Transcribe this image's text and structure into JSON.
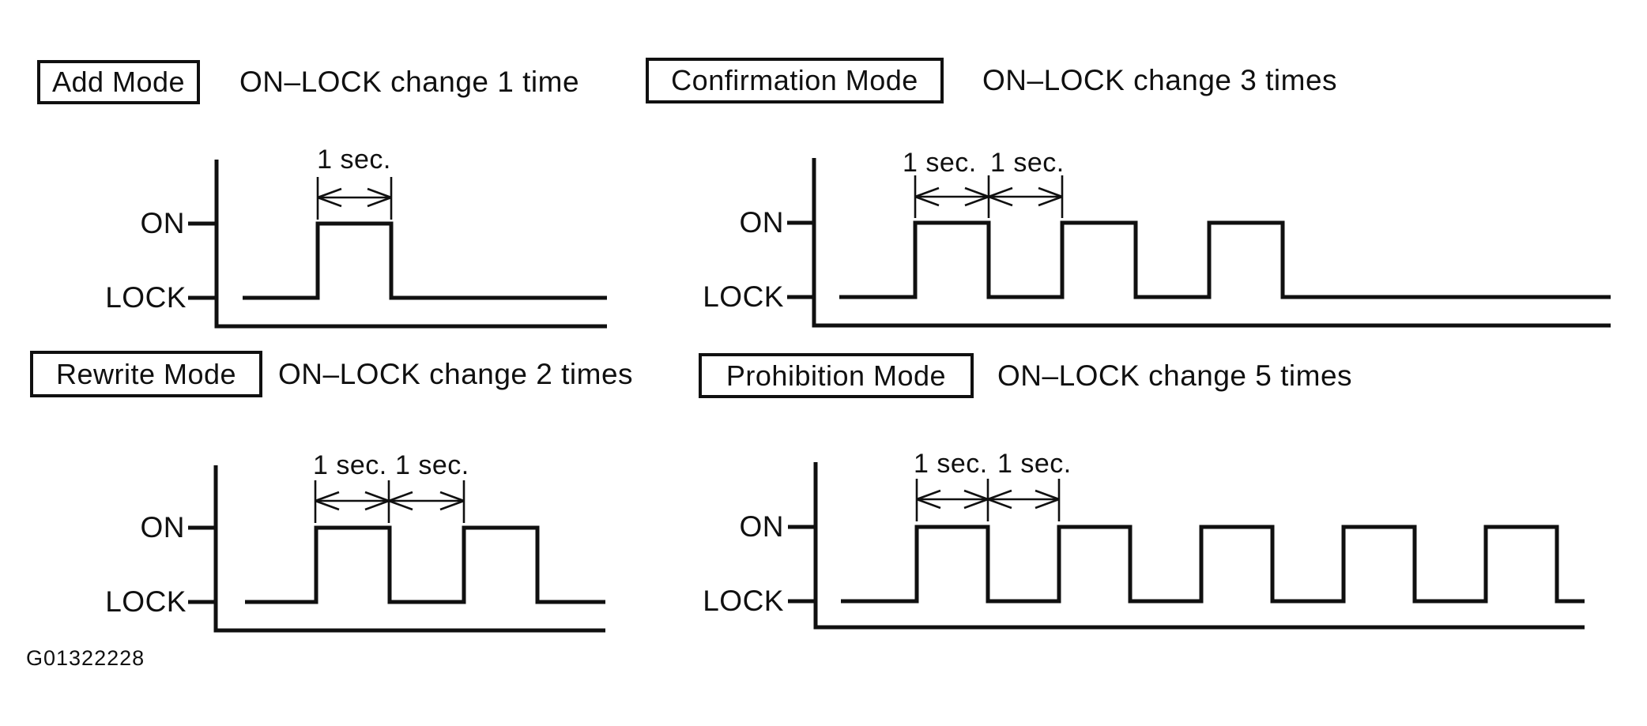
{
  "page": {
    "background_color": "#ffffff",
    "ink_color": "#101010",
    "figure_code": "G01322228"
  },
  "panels": [
    {
      "key": "add-mode",
      "title": "Add Mode",
      "subtitle": "ON–LOCK change 1 time",
      "on_label": "ON",
      "lock_label": "LOCK",
      "duration_labels": [
        "1 sec."
      ],
      "pulse_count": 1,
      "on_lock_change_count": 1
    },
    {
      "key": "confirmation-mode",
      "title": "Confirmation Mode",
      "subtitle": "ON–LOCK change 3 times",
      "on_label": "ON",
      "lock_label": "LOCK",
      "duration_labels": [
        "1 sec.",
        "1 sec."
      ],
      "pulse_count": 3,
      "on_lock_change_count": 3
    },
    {
      "key": "rewrite-mode",
      "title": "Rewrite Mode",
      "subtitle": "ON–LOCK change 2 times",
      "on_label": "ON",
      "lock_label": "LOCK",
      "duration_labels": [
        "1 sec.",
        "1 sec."
      ],
      "pulse_count": 2,
      "on_lock_change_count": 2
    },
    {
      "key": "prohibition-mode",
      "title": "Prohibition Mode",
      "subtitle": "ON–LOCK change 5 times",
      "on_label": "ON",
      "lock_label": "LOCK",
      "duration_labels": [
        "1 sec.",
        "1 sec."
      ],
      "pulse_count": 5,
      "on_lock_change_count": 5
    }
  ],
  "chart_data": [
    {
      "type": "line",
      "title": "Add Mode",
      "subtitle": "ON–LOCK change 1 time",
      "y_levels": [
        "LOCK",
        "ON"
      ],
      "x_unit": "sec",
      "pulse_duration_sec": 1,
      "on_intervals_sec": [
        [
          1,
          2
        ]
      ],
      "annotations": [
        "1 sec."
      ]
    },
    {
      "type": "line",
      "title": "Confirmation Mode",
      "subtitle": "ON–LOCK change 3 times",
      "y_levels": [
        "LOCK",
        "ON"
      ],
      "x_unit": "sec",
      "pulse_duration_sec": 1,
      "on_intervals_sec": [
        [
          1,
          2
        ],
        [
          3,
          4
        ],
        [
          5,
          6
        ]
      ],
      "annotations": [
        "1 sec.",
        "1 sec."
      ]
    },
    {
      "type": "line",
      "title": "Rewrite Mode",
      "subtitle": "ON–LOCK change 2 times",
      "y_levels": [
        "LOCK",
        "ON"
      ],
      "x_unit": "sec",
      "pulse_duration_sec": 1,
      "on_intervals_sec": [
        [
          1,
          2
        ],
        [
          3,
          4
        ]
      ],
      "annotations": [
        "1 sec.",
        "1 sec."
      ]
    },
    {
      "type": "line",
      "title": "Prohibition Mode",
      "subtitle": "ON–LOCK change 5 times",
      "y_levels": [
        "LOCK",
        "ON"
      ],
      "x_unit": "sec",
      "pulse_duration_sec": 1,
      "on_intervals_sec": [
        [
          1,
          2
        ],
        [
          3,
          4
        ],
        [
          5,
          6
        ],
        [
          7,
          8
        ],
        [
          9,
          10
        ]
      ],
      "annotations": [
        "1 sec.",
        "1 sec."
      ]
    }
  ]
}
